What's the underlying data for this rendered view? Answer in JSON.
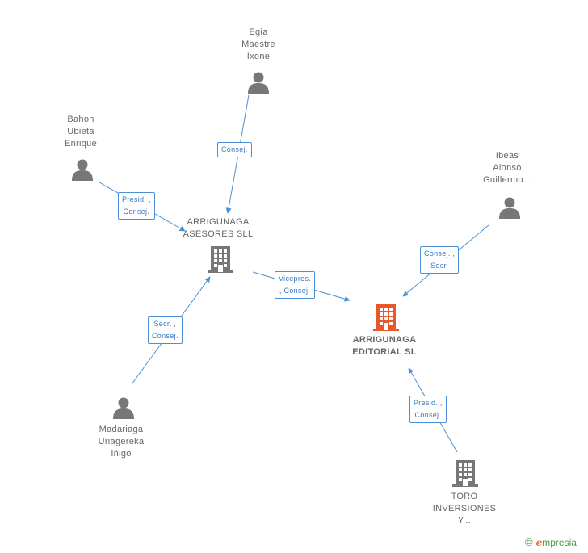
{
  "colors": {
    "edge": "#4a8fd8",
    "person": "#777777",
    "company": "#777777",
    "focus_company": "#e8582b"
  },
  "nodes": {
    "egia": {
      "lines": [
        "Egia",
        "Maestre",
        "Ixone"
      ],
      "icon": "person-icon"
    },
    "bahon": {
      "lines": [
        "Bahon",
        "Ubieta",
        "Enrique"
      ],
      "icon": "person-icon"
    },
    "ibeas": {
      "lines": [
        "Ibeas",
        "Alonso",
        "Guillermo..."
      ],
      "icon": "person-icon"
    },
    "asesores": {
      "lines": [
        "ARRIGUNAGA",
        "ASESORES SLL"
      ],
      "icon": "building-icon"
    },
    "editorial": {
      "lines": [
        "ARRIGUNAGA",
        "EDITORIAL  SL"
      ],
      "icon": "building-icon"
    },
    "madariaga": {
      "lines": [
        "Madariaga",
        "Uriagereka",
        "Iñigo"
      ],
      "icon": "person-icon"
    },
    "toro": {
      "lines": [
        "TORO",
        "INVERSIONES",
        "Y..."
      ],
      "icon": "building-icon"
    }
  },
  "relations": {
    "egia_asesores": {
      "lines": [
        "Consej."
      ]
    },
    "bahon_asesores": {
      "lines": [
        "Presid. ,",
        "Consej."
      ]
    },
    "asesores_editorial": {
      "lines": [
        "Vicepres.",
        ", Consej."
      ]
    },
    "ibeas_editorial": {
      "lines": [
        "Consej. ,",
        "Secr."
      ]
    },
    "madariaga_asesores": {
      "lines": [
        "Secr. ,",
        "Consej."
      ]
    },
    "toro_editorial": {
      "lines": [
        "Presid. ,",
        "Consej."
      ]
    }
  },
  "footer": {
    "copyright": "©",
    "brand_e": "e",
    "brand_rest": "mpresia"
  }
}
